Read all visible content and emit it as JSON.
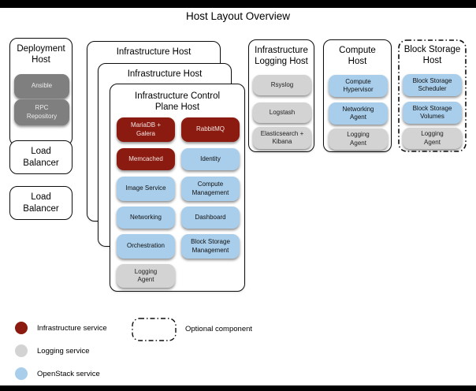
{
  "title": "Host Layout Overview",
  "colors": {
    "infrastructure_service": "#8B1B10",
    "logging_service": "#D3D3D3",
    "openstack_service": "#A9CEEB",
    "deployment_service": "#7F7F7F",
    "letterbox": "#000000"
  },
  "hosts": {
    "deployment": {
      "title": "Deployment Host",
      "services": [
        {
          "label": "Ansible",
          "type": "deployment"
        },
        {
          "label": "RPC Repository",
          "type": "deployment"
        }
      ]
    },
    "load_balancer_1": {
      "title": "Load Balancer"
    },
    "load_balancer_2": {
      "title": "Load Balancer"
    },
    "infra_host_outer": {
      "title": "Infrastructure Host"
    },
    "infra_host_middle": {
      "title": "Infrastructure Host"
    },
    "control_plane": {
      "title": "Infrastructure Control Plane Host",
      "left_services": [
        {
          "label": "MariaDB + Galera",
          "type": "infrastructure"
        },
        {
          "label": "Memcached",
          "type": "infrastructure"
        },
        {
          "label": "Image Service",
          "type": "openstack"
        },
        {
          "label": "Networking",
          "type": "openstack"
        },
        {
          "label": "Orchestration",
          "type": "openstack"
        },
        {
          "label": "Logging Agent",
          "type": "logging"
        }
      ],
      "right_services": [
        {
          "label": "RabbitMQ",
          "type": "infrastructure"
        },
        {
          "label": "Identity",
          "type": "openstack"
        },
        {
          "label": "Compute Management",
          "type": "openstack"
        },
        {
          "label": "Dashboard",
          "type": "openstack"
        },
        {
          "label": "Block Storage Management",
          "type": "openstack"
        }
      ]
    },
    "logging_host": {
      "title": "Infrastructure Logging Host",
      "services": [
        {
          "label": "Rsyslog",
          "type": "logging"
        },
        {
          "label": "Logstash",
          "type": "logging"
        },
        {
          "label": "Elasticsearch + Kibana",
          "type": "logging"
        }
      ]
    },
    "compute_host": {
      "title": "Compute Host",
      "services": [
        {
          "label": "Compute Hypervisor",
          "type": "openstack"
        },
        {
          "label": "Networking Agent",
          "type": "openstack"
        },
        {
          "label": "Logging Agent",
          "type": "logging"
        }
      ]
    },
    "block_storage_host": {
      "title": "Block Storage Host",
      "optional": true,
      "services": [
        {
          "label": "Block Storage Scheduler",
          "type": "openstack"
        },
        {
          "label": "Block Storage Volumes",
          "type": "openstack"
        },
        {
          "label": "Logging Agent",
          "type": "logging"
        }
      ]
    }
  },
  "legend": {
    "items": [
      {
        "label": "Infrastructure service",
        "color": "#8B1B10"
      },
      {
        "label": "Logging service",
        "color": "#D3D3D3"
      },
      {
        "label": "OpenStack service",
        "color": "#A9CEEB"
      }
    ],
    "optional": {
      "label": "Optional component"
    }
  }
}
